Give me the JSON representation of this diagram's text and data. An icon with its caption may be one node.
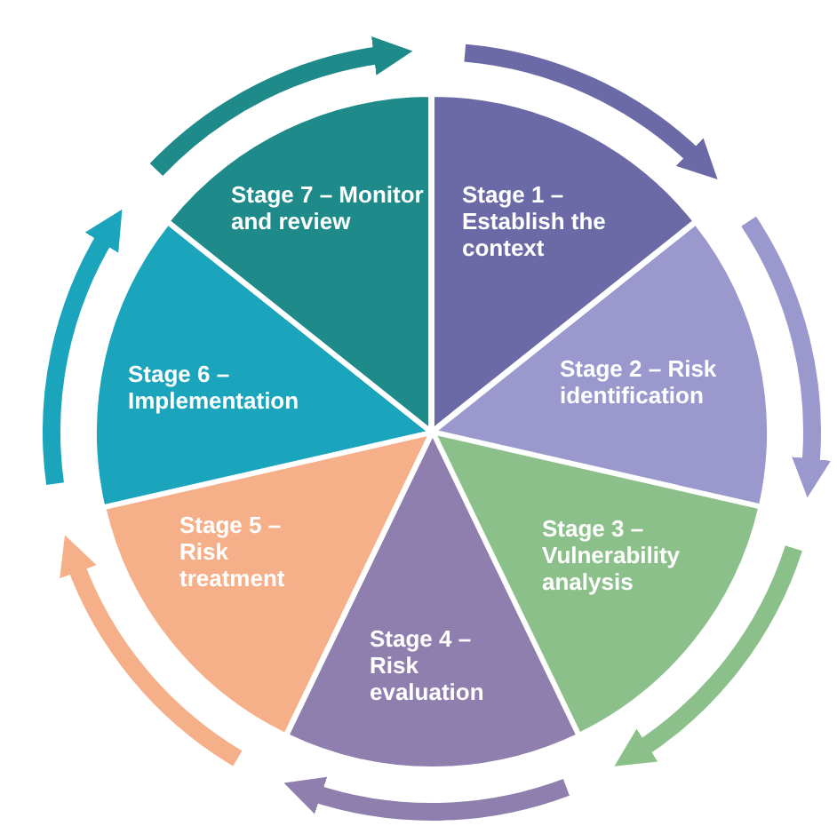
{
  "diagram": {
    "nodes": [
      {
        "text": [
          "Stage 1 – Establish the context"
        ]
      },
      {
        "text": [
          "Stage 2 – Risk identification"
        ]
      },
      {
        "text": [
          "Stage 3 – Vulnerability analysis"
        ]
      },
      {
        "text": [
          "Stage 4 – Risk evaluation"
        ]
      },
      {
        "text": [
          "Stage 5 – Risk treatment"
        ]
      },
      {
        "text": [
          "Stage 6 – Implementation"
        ]
      },
      {
        "text": [
          "Stage 7 – Monitor and review"
        ]
      }
    ]
  }
}
